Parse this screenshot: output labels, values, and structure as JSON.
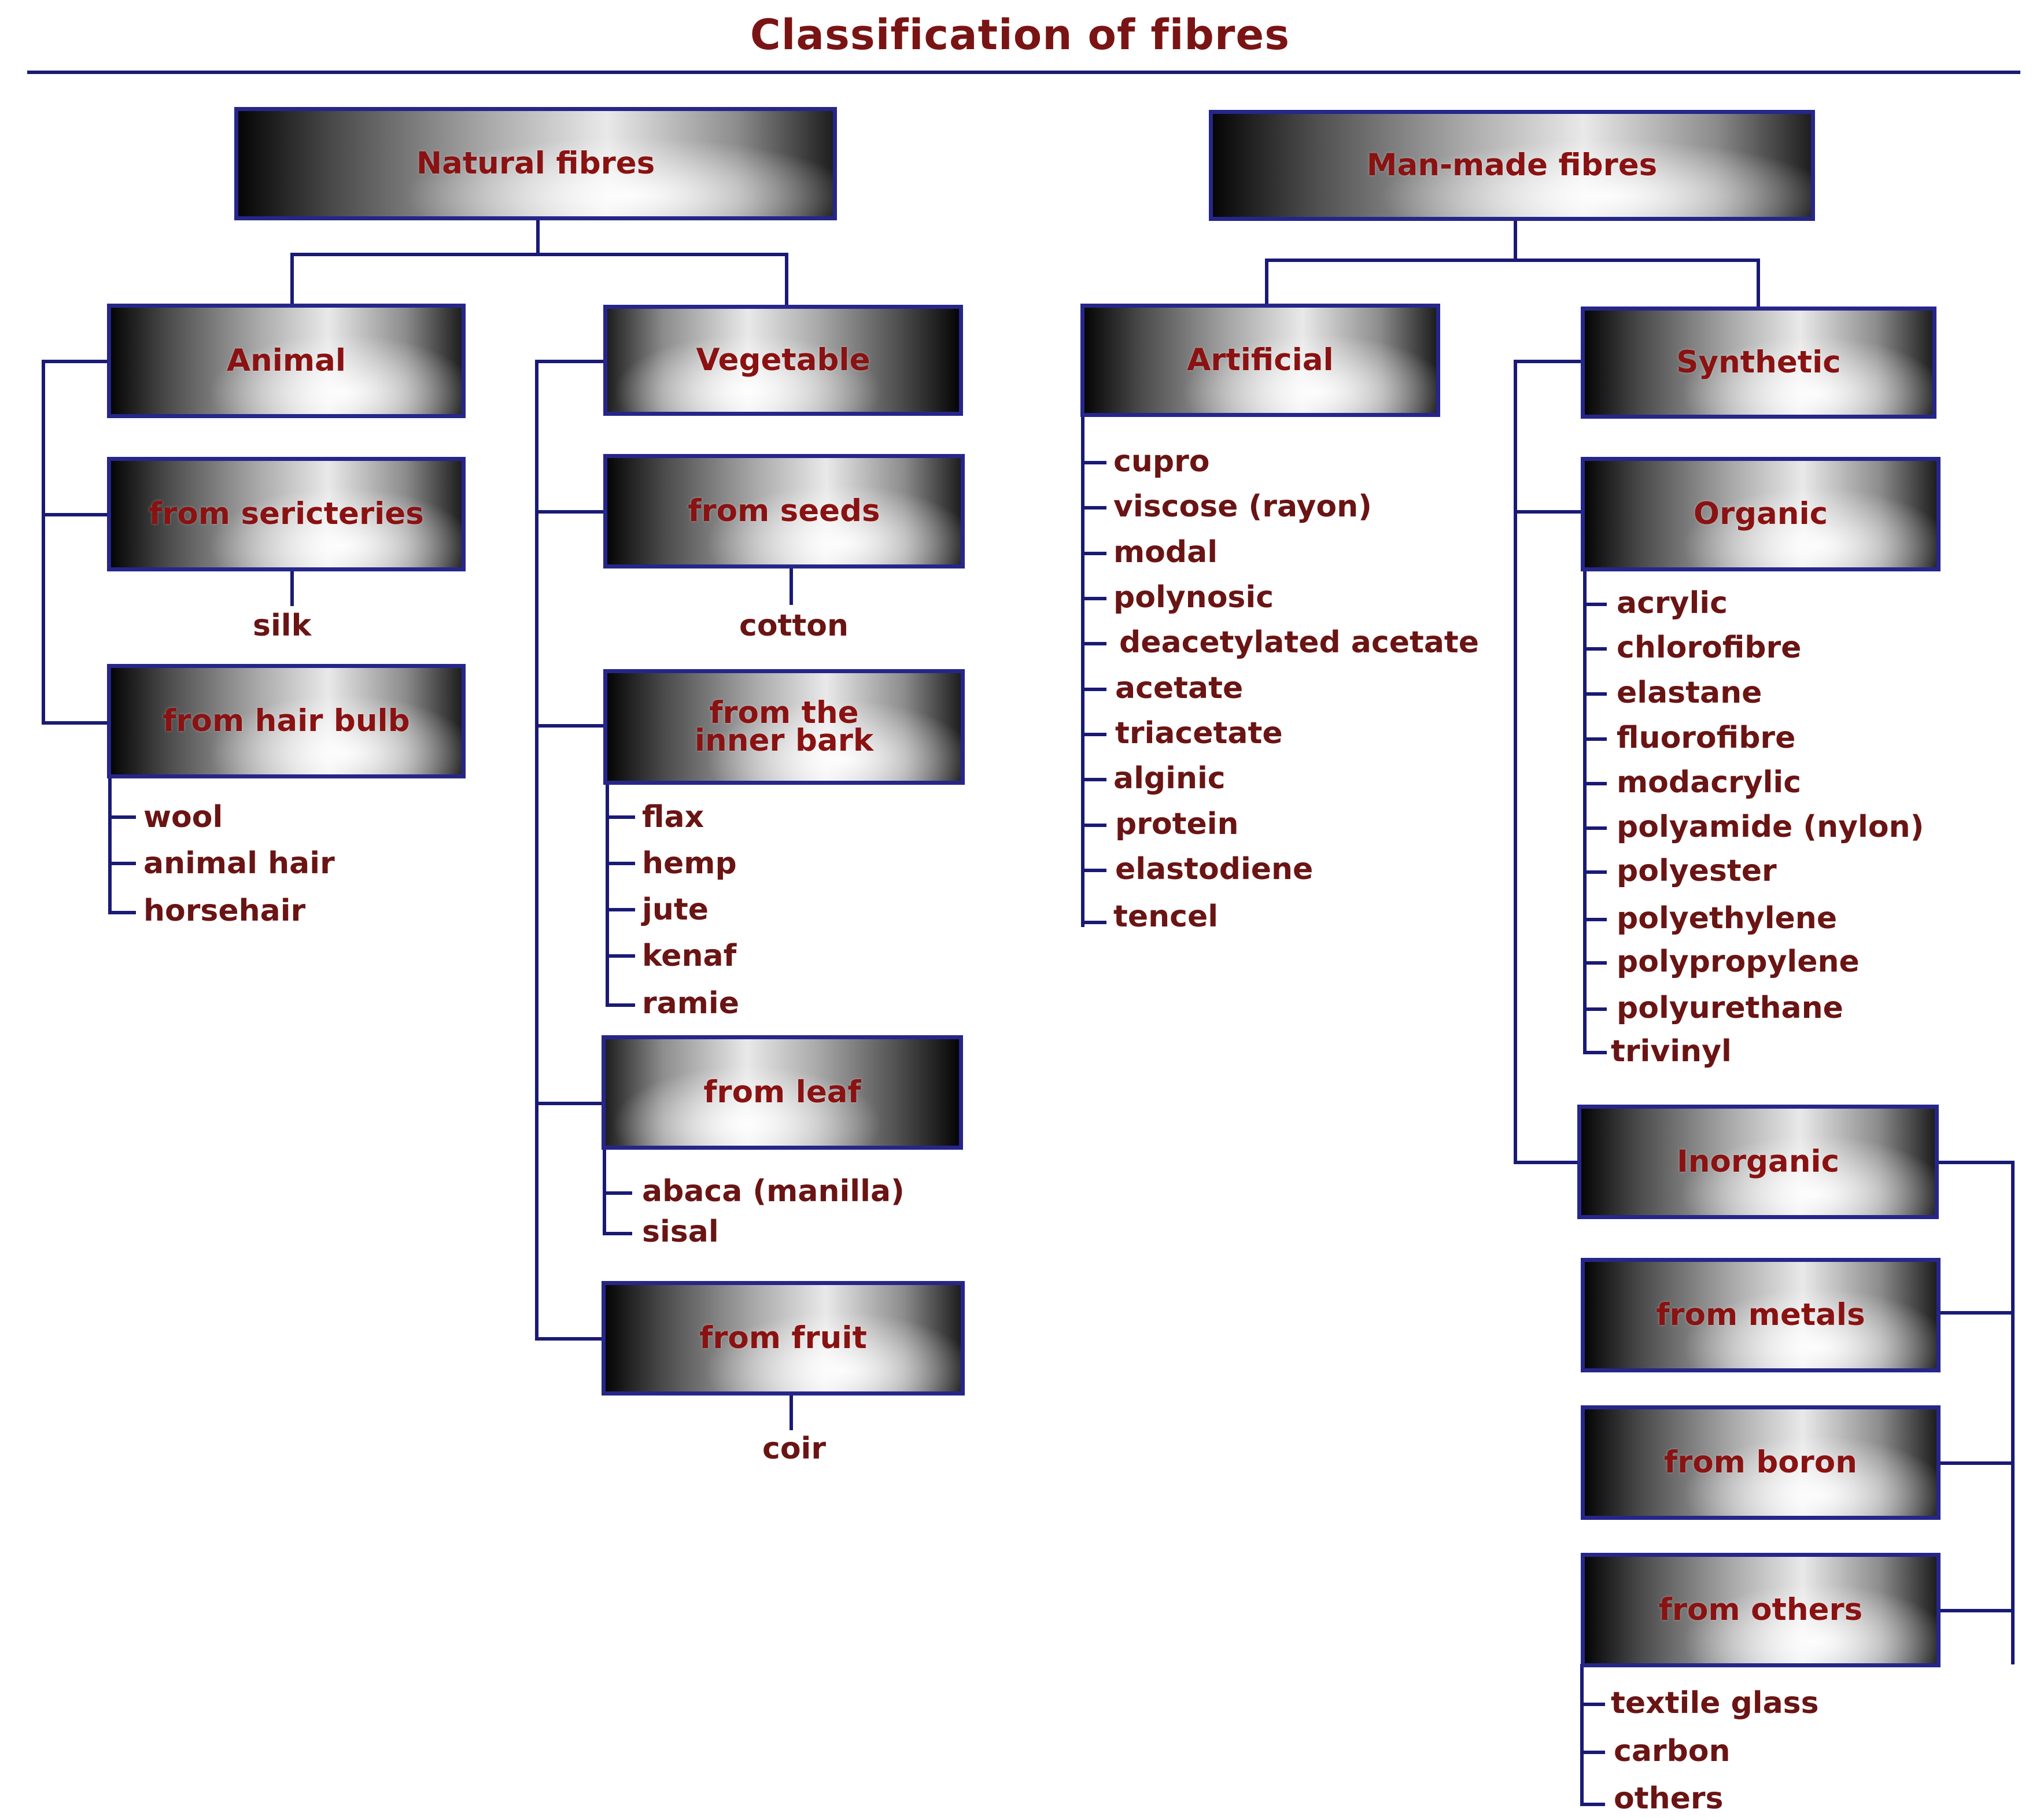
{
  "title": "Classification of fibres",
  "colors": {
    "title": "#7a1414",
    "node_text": "#8a1212",
    "leaf_text": "#6a1414",
    "lines": "#1a1a75",
    "node_border": "#26268a"
  },
  "natural": {
    "label": "Natural fibres",
    "animal": {
      "label": "Animal",
      "sericteries": {
        "label": "from sericteries",
        "items": [
          "silk"
        ]
      },
      "hair_bulb": {
        "label": "from hair bulb",
        "items": [
          "wool",
          "animal hair",
          "horsehair"
        ]
      }
    },
    "vegetable": {
      "label": "Vegetable",
      "seeds": {
        "label": "from seeds",
        "items": [
          "cotton"
        ]
      },
      "inner_bark": {
        "label": "from the\ninner bark",
        "items": [
          "flax",
          "hemp",
          "jute",
          "kenaf",
          "ramie"
        ]
      },
      "leaf": {
        "label": "from leaf",
        "items": [
          "abaca (manilla)",
          "sisal"
        ]
      },
      "fruit": {
        "label": "from fruit",
        "items": [
          "coir"
        ]
      }
    }
  },
  "manmade": {
    "label": "Man-made fibres",
    "artificial": {
      "label": "Artificial",
      "items": [
        "cupro",
        "viscose (rayon)",
        "modal",
        "polynosic",
        "deacetylated acetate",
        "acetate",
        "triacetate",
        "alginic",
        "protein",
        "elastodiene",
        "tencel"
      ]
    },
    "synthetic": {
      "label": "Synthetic",
      "organic": {
        "label": "Organic",
        "items": [
          "acrylic",
          "chlorofibre",
          "elastane",
          "fluorofibre",
          "modacrylic",
          "polyamide (nylon)",
          "polyester",
          "polyethylene",
          "polypropylene",
          "polyurethane",
          "trivinyl"
        ]
      },
      "inorganic": {
        "label": "Inorganic",
        "metals": {
          "label": "from metals"
        },
        "boron": {
          "label": "from boron"
        },
        "others": {
          "label": "from others",
          "items": [
            "textile glass",
            "carbon",
            "others"
          ]
        }
      }
    }
  }
}
